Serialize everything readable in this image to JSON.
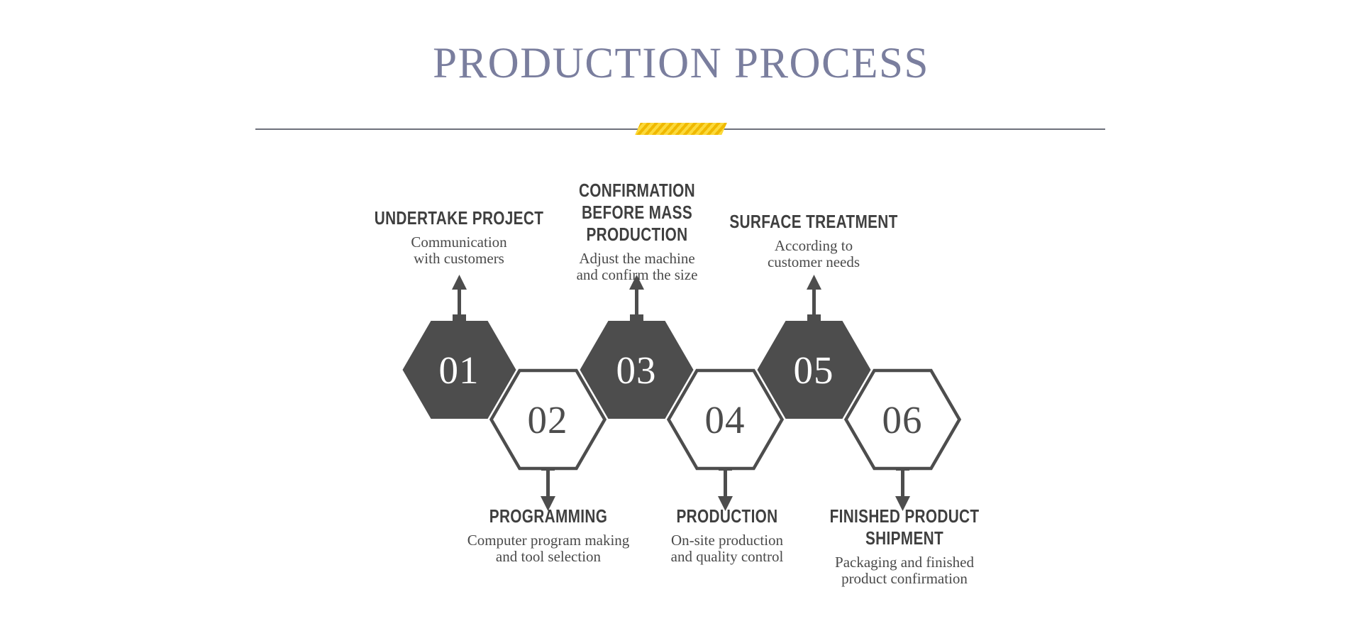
{
  "slide": {
    "title": "PRODUCTION PROCESS",
    "background_color": "#ffffff",
    "title_color": "#7a7e9e",
    "divider_color": "#6e717c",
    "accent_color": "#f5c400",
    "hex_dark_color": "#4d4d4d",
    "text_color": "#3f3f3f"
  },
  "steps": [
    {
      "number": "01",
      "position": "top",
      "filled": true,
      "heading": "UNDERTAKE PROJECT",
      "description": "Communication\nwith customers"
    },
    {
      "number": "02",
      "position": "bottom",
      "filled": false,
      "heading": "PROGRAMMING",
      "description": "Computer program making\nand tool selection"
    },
    {
      "number": "03",
      "position": "top",
      "filled": true,
      "heading": "CONFIRMATION BEFORE MASS\nPRODUCTION",
      "description": "Adjust the machine\nand confirm the size"
    },
    {
      "number": "04",
      "position": "bottom",
      "filled": false,
      "heading": "PRODUCTION",
      "description": "On-site production\nand quality control"
    },
    {
      "number": "05",
      "position": "top",
      "filled": true,
      "heading": "SURFACE TREATMENT",
      "description": "According to\ncustomer needs"
    },
    {
      "number": "06",
      "position": "bottom",
      "filled": false,
      "heading": "FINISHED PRODUCT SHIPMENT",
      "description": "Packaging and finished\nproduct confirmation"
    }
  ]
}
